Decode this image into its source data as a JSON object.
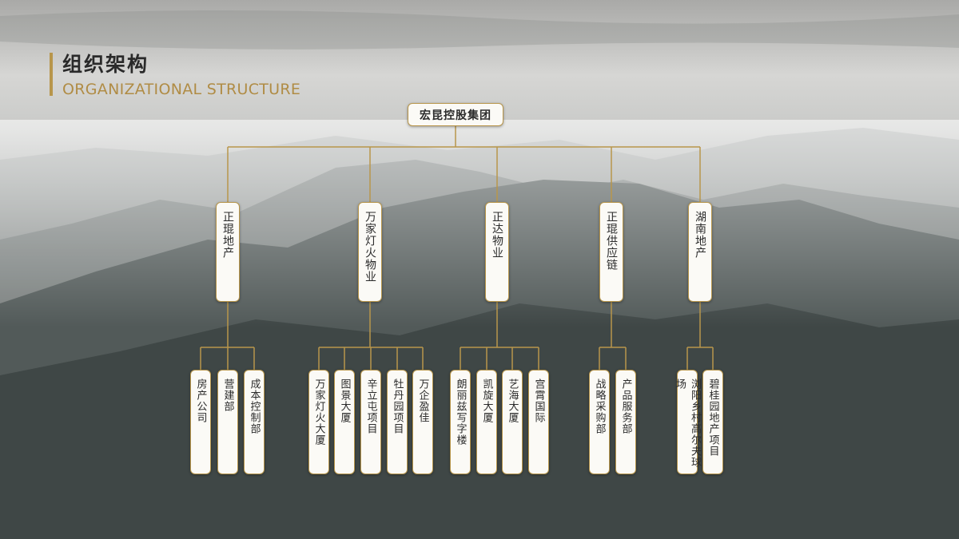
{
  "header": {
    "title_cn": "组织架构",
    "title_en": "ORGANIZATIONAL STRUCTURE"
  },
  "colors": {
    "accent": "#b8964b",
    "title_text": "#2a2a2a",
    "subtitle_text": "#b08c45",
    "node_fill": "#fbfaf6"
  },
  "org": {
    "root": {
      "label": "宏昆控股集团"
    },
    "branches": [
      {
        "label": "正琨地产",
        "children": [
          "房产公司",
          "营建部",
          "成本控制部"
        ]
      },
      {
        "label": "万家灯火物业",
        "children": [
          "万家灯火大厦",
          "图景大厦",
          "辛立屯项目",
          "牡丹园项目",
          "万企盈佳"
        ]
      },
      {
        "label": "正达物业",
        "children": [
          "朗丽兹写字楼",
          "凯旋大厦",
          "艺海大厦",
          "宫霄国际"
        ]
      },
      {
        "label": "正琨供应链",
        "children": [
          "战略采购部",
          "产品服务部"
        ]
      },
      {
        "label": "湖南地产",
        "children": [
          "浏阳乡村高尔夫球场",
          "碧桂园地产项目"
        ]
      }
    ]
  }
}
